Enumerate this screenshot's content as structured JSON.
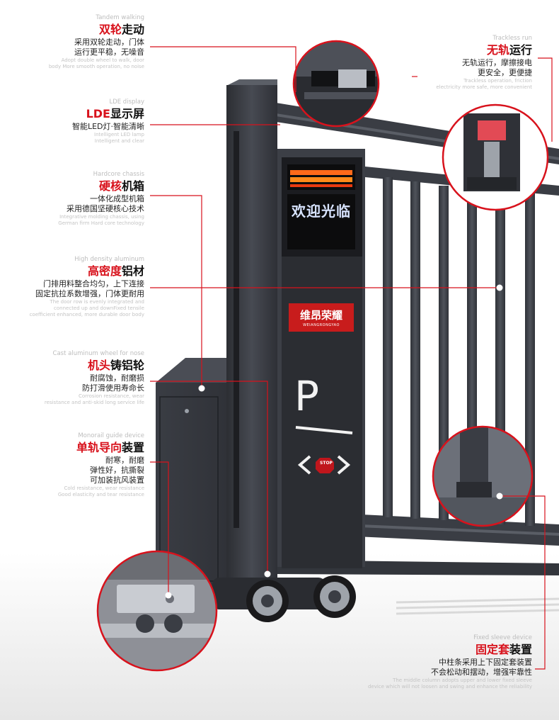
{
  "colors": {
    "accent": "#d8121c",
    "gate_body": "#3a3d44",
    "text": "#111111"
  },
  "panel": {
    "led_message": "欢迎光临",
    "brand_name": "维昂荣耀",
    "brand_sub": "WEIANGRONGYAO",
    "parking_letter": "P",
    "stop_label": "STOP"
  },
  "features": [
    {
      "en": "Tandem walking",
      "title_hl": "双轮",
      "title_rest": "走动",
      "desc": [
        "采用双轮走动，门体",
        "运行更平稳，无噪音"
      ],
      "sub": [
        "Adopt double wheel to walk, door",
        "body More smooth operation, no noise"
      ]
    },
    {
      "en": "LDE display",
      "title_hl": "LDE",
      "title_rest": "显示屏",
      "desc": [
        "智能LED灯·智能清晰"
      ],
      "sub": [
        "Intelligent LED lamp",
        "Intelligent and clear"
      ]
    },
    {
      "en": "Hardcore chassis",
      "title_hl": "硬核",
      "title_rest": "机箱",
      "desc": [
        "一体化成型机箱",
        "采用德国坚硬核心技术"
      ],
      "sub": [
        "Integrative molding chassis, using",
        "German firm Hard core technology"
      ]
    },
    {
      "en": "High density aluminum",
      "title_hl": "高密度",
      "title_rest": "铝材",
      "desc": [
        "门排用料整合均匀，上下连接",
        "固定抗拉系数增强，门体更耐用"
      ],
      "sub": [
        "The door row is evenly integrated and",
        "connected up and downFixed tensile",
        "coefficient enhanced, more durable door body"
      ]
    },
    {
      "en": "Cast aluminum wheel for nose",
      "title_hl": "机头",
      "title_rest": "铸铝轮",
      "desc": [
        "耐腐蚀，耐磨损",
        "防打滑使用寿命长"
      ],
      "sub": [
        "Corrosion resistance, wear",
        "resistance and anti-skid long service life"
      ]
    },
    {
      "en": "Monorail guide device",
      "title_hl": "单轨导向",
      "title_rest": "装置",
      "desc": [
        "耐寒，耐磨",
        "弹性好，抗撕裂",
        "可加装抗风装置"
      ],
      "sub": [
        "Cold resistance, wear resistance",
        "Good elasticity and tear resistance"
      ]
    },
    {
      "en": "Trackless run",
      "title_hl": "无轨",
      "title_rest": "运行",
      "desc": [
        "无轨运行，摩擦接电",
        "更安全，更便捷"
      ],
      "sub": [
        "Trackless operation, friction",
        "electricity more safe, more convenient"
      ]
    },
    {
      "en": "Fixed sleeve device",
      "title_hl": "固定套",
      "title_rest": "装置",
      "desc": [
        "中柱条采用上下固定套装置",
        "不会松动和摆动，增强牢靠性"
      ],
      "sub": [
        "The middle column adopts upper and lower fixed sleeve",
        "device which will not loosen and swing and enhance the reliability"
      ]
    }
  ]
}
